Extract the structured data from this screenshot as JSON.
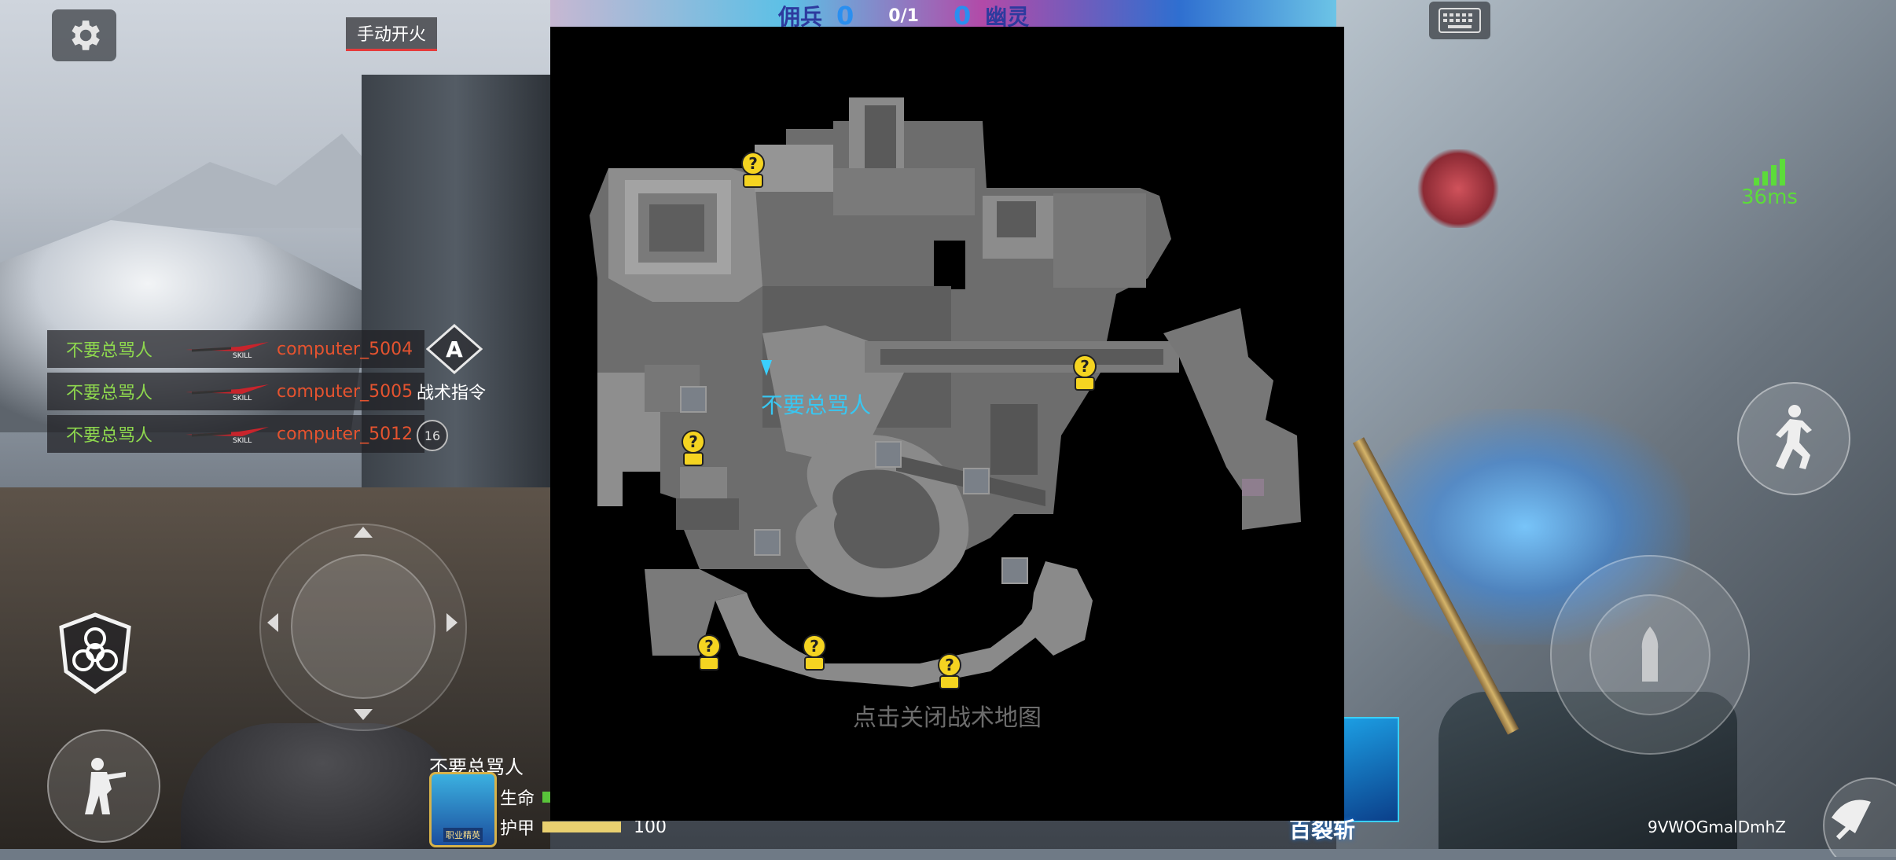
{
  "hud": {
    "fire_mode": "手动开火",
    "score": {
      "team_a": "佣兵",
      "team_a_score": "0",
      "round": "0/1",
      "team_b_score": "0",
      "team_b": "幽灵"
    },
    "ping": "36ms",
    "player_code": "9VWOGmalDmhZ"
  },
  "kill_feed": [
    {
      "killer": "不要总骂人",
      "victim": "computer_5004"
    },
    {
      "killer": "不要总骂人",
      "victim": "computer_5005"
    },
    {
      "killer": "不要总骂人",
      "victim": "computer_5012"
    }
  ],
  "tactic": {
    "key": "A",
    "label": "战术指令",
    "badge": "16"
  },
  "player": {
    "name": "不要总骂人",
    "rank": "职业精英",
    "hp_label": "生命",
    "armor_label": "护甲",
    "armor_value": "100"
  },
  "skill": {
    "label": "百裂斩"
  },
  "map": {
    "player_label": "不要总骂人",
    "close_hint": "点击关闭战术地图",
    "marker_icon": "question-mark-box-icon"
  }
}
